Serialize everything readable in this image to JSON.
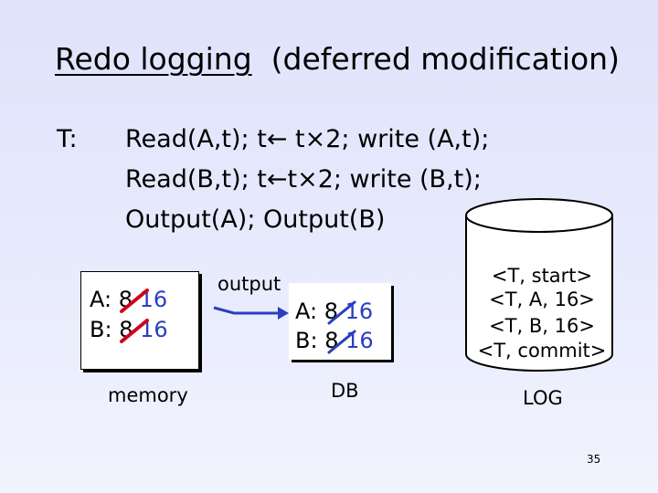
{
  "title": {
    "main": "Redo logging",
    "sub": "(deferred modification)"
  },
  "transaction": {
    "label": "T:",
    "lines": [
      "Read(A,t); t← t×2; write (A,t);",
      "Read(B,t); t←t×2; write (B,t);",
      "Output(A); Output(B)"
    ]
  },
  "memory": {
    "label": "memory",
    "rows": [
      {
        "name": "A:",
        "old": "8",
        "new": "16"
      },
      {
        "name": "B:",
        "old": "8",
        "new": "16"
      }
    ]
  },
  "output_label": "output",
  "db": {
    "label": "DB",
    "rows": [
      {
        "name": "A:",
        "old": "8",
        "new": "16"
      },
      {
        "name": "B:",
        "old": "8",
        "new": "16"
      }
    ]
  },
  "log": {
    "label": "LOG",
    "entries": [
      "<T, start>",
      "<T, A, 16>",
      "<T, B, 16>",
      "<T, commit>"
    ]
  },
  "page_number": "35",
  "colors": {
    "strike": "#d0021b",
    "arrow": "#2a3fbf",
    "db_value": "#2a3fbf"
  }
}
